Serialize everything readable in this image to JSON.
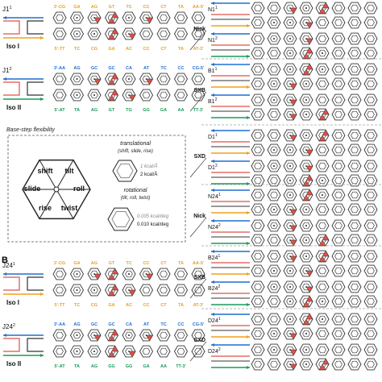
{
  "colors": {
    "blue": "#1f6fd1",
    "orange": "#f0a019",
    "green": "#1a9a5a",
    "red": "#e05048",
    "dark": "#222222",
    "gray": "#888888"
  },
  "panels": [
    {
      "id": "A",
      "panel_letter": "",
      "strands": [
        {
          "name": "J1",
          "sup": "1",
          "iso": "Iso I",
          "strand_color": "orange",
          "top_seq": [
            "3'-CG",
            "GA",
            "AG",
            "GT",
            "TC",
            "CC",
            "CT",
            "TA",
            "AA-5'"
          ],
          "bottom_seq": [
            "5'-TT",
            "TC",
            "CG",
            "GA",
            "AC",
            "CC",
            "CT",
            "TA",
            "AT-3'"
          ],
          "top_colors": [
            "orange",
            "orange",
            "orange",
            "orange",
            "orange",
            "orange",
            "orange",
            "orange",
            "orange"
          ],
          "bottom_colors": [
            "orange",
            "orange",
            "orange",
            "orange",
            "orange",
            "orange",
            "orange",
            "orange",
            "orange"
          ]
        },
        {
          "name": "J1",
          "sup": "2",
          "iso": "Iso II",
          "strand_color": "green",
          "top_seq": [
            "3'-AA",
            "AG",
            "GC",
            "GC",
            "CA",
            "AT",
            "TC",
            "CC",
            "CG-5'"
          ],
          "bottom_seq": [
            "5'-AT",
            "TA",
            "AG",
            "GT",
            "TG",
            "GG",
            "GA",
            "AA",
            "TT-3'"
          ],
          "top_colors": [
            "blue",
            "blue",
            "blue",
            "blue",
            "blue",
            "blue",
            "blue",
            "blue",
            "blue"
          ],
          "bottom_colors": [
            "green",
            "green",
            "green",
            "green",
            "green",
            "green",
            "green",
            "green",
            "green"
          ]
        }
      ]
    },
    {
      "id": "B",
      "panel_letter": "B",
      "strands": [
        {
          "name": "J24",
          "sup": "1",
          "iso": "Iso I",
          "strand_color": "orange",
          "top_seq": [
            "3'-CG",
            "GA",
            "AG",
            "GT",
            "TC",
            "CC",
            "CT",
            "TA",
            "AA-5'"
          ],
          "bottom_seq": [
            "5'-TT",
            "TC",
            "CG",
            "GA",
            "AC",
            "CC",
            "CT",
            "TA",
            "AT-3'"
          ],
          "top_colors": [
            "orange",
            "orange",
            "orange",
            "orange",
            "orange",
            "orange",
            "orange",
            "orange",
            "orange"
          ],
          "bottom_colors": [
            "orange",
            "orange",
            "orange",
            "orange",
            "orange",
            "orange",
            "orange",
            "orange",
            "orange"
          ]
        },
        {
          "name": "J24",
          "sup": "2",
          "iso": "Iso II",
          "strand_color": "green",
          "top_seq": [
            "3'-AA",
            "AG",
            "GC",
            "GC",
            "CA",
            "AT",
            "TC",
            "CC",
            "CG-5'"
          ],
          "bottom_seq": [
            "5'-AT",
            "TA",
            "AG",
            "GG",
            "GG",
            "GA",
            "AA",
            "TT-3'"
          ],
          "top_colors": [
            "blue",
            "blue",
            "blue",
            "blue",
            "blue",
            "blue",
            "blue",
            "blue",
            "blue"
          ],
          "bottom_colors": [
            "green",
            "green",
            "green",
            "green",
            "green",
            "green",
            "green",
            "green"
          ]
        }
      ]
    }
  ],
  "legend": {
    "title": "Base-step flexibility",
    "wedges": [
      "shift",
      "tilt",
      "roll",
      "twist",
      "rise",
      "slide"
    ],
    "translational_title": "translational",
    "translational_sub": "(shift, slide, rise)",
    "translational_small": "1 kcal/Å",
    "translational_large": "2 kcal/Å",
    "rotational_title": "rotational",
    "rotational_sub": "(tilt, roll, twist)",
    "rotational_small": "0.005 kcal/deg",
    "rotational_large": "0.010 kcal/deg"
  },
  "right_groups": [
    {
      "label": "Nick",
      "a": "N1",
      "a_sup": "1",
      "b": "N1",
      "b_sup": "2"
    },
    {
      "label": "SXB",
      "a": "B1",
      "a_sup": "1",
      "b": "B1",
      "b_sup": "2"
    },
    {
      "label": "SXD",
      "a": "D1",
      "a_sup": "1",
      "b": "D1",
      "b_sup": "2"
    },
    {
      "label": "Nick",
      "a": "N24",
      "a_sup": "1",
      "b": "N24",
      "b_sup": "2"
    },
    {
      "label": "SXB",
      "a": "B24",
      "a_sup": "1",
      "b": "B24",
      "b_sup": "2"
    },
    {
      "label": "SXD",
      "a": "D24",
      "a_sup": "1",
      "b": "D24",
      "b_sup": "2"
    }
  ]
}
